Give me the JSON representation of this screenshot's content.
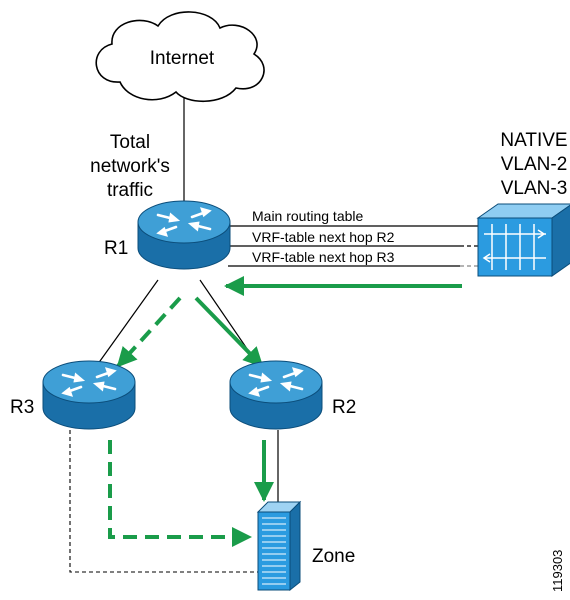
{
  "labels": {
    "internet": "Internet",
    "traffic": [
      "Total",
      "network's",
      "traffic"
    ],
    "native": [
      "NATIVE",
      "VLAN-2",
      "VLAN-3"
    ],
    "r1": "R1",
    "r2": "R2",
    "r3": "R3",
    "zone": "Zone",
    "figure_id": "119303"
  },
  "links": {
    "main_table": "Main routing table",
    "vrf_r2": "VRF-table next hop R2",
    "vrf_r3": "VRF-table next hop R3"
  },
  "colors": {
    "router_top": "#3f9fd6",
    "router_side": "#1a6fa8",
    "arrow_green": "#1a9c4a",
    "switch_blue": "#2b9be0"
  },
  "icons": {
    "cloud": "cloud-icon",
    "router": "router-icon",
    "switch": "multilayer-switch-icon",
    "server": "server-rack-icon"
  }
}
